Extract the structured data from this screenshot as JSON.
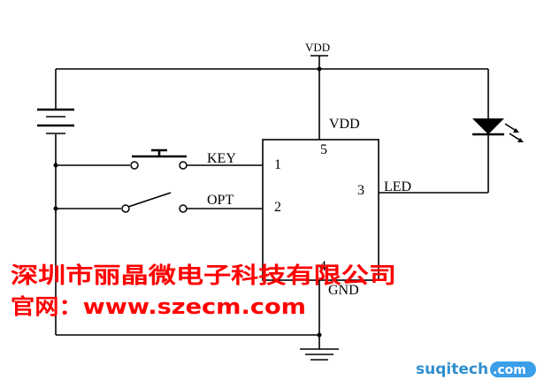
{
  "diagram": {
    "supply_top": "VDD",
    "chip": {
      "pins": {
        "vdd_name": "VDD",
        "vdd_num": "5",
        "key_name": "KEY",
        "key_num": "1",
        "opt_name": "OPT",
        "opt_num": "2",
        "led_name": "LED",
        "led_num": "3",
        "gnd_name": "GND",
        "gnd_num": "4"
      }
    }
  },
  "watermark": {
    "company": "深圳市丽晶微电子科技有限公司",
    "website": "官网：www.szecm.com"
  },
  "badge": {
    "site": "suqitech",
    "tld": ".com"
  },
  "colors": {
    "line": "#000000",
    "watermark": "#ff0000",
    "badge_text": "#2f8fd0",
    "badge_pill": "#3b9ee8"
  }
}
